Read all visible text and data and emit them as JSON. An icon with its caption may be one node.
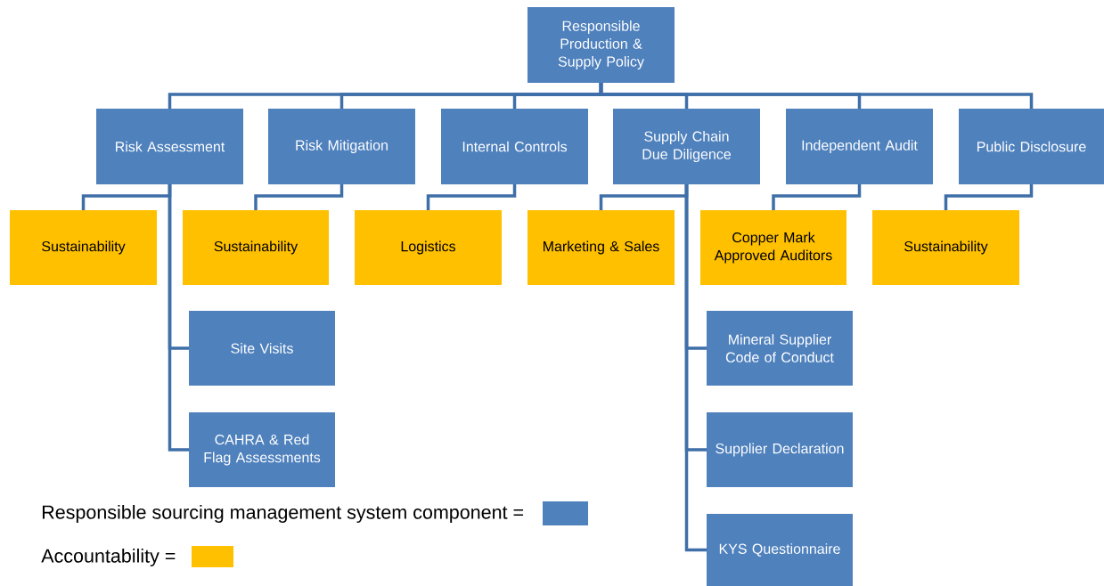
{
  "diagram": {
    "nodes": [
      {
        "text": [
          "Responsible Production & Supply Policy"
        ]
      },
      {
        "text": [
          "Risk Assessment"
        ]
      },
      {
        "text": [
          "Risk Mitigation"
        ]
      },
      {
        "text": [
          "Internal Controls"
        ]
      },
      {
        "text": [
          "Supply Chain Due Diligence"
        ]
      },
      {
        "text": [
          "Independent Audit"
        ]
      },
      {
        "text": [
          "Public Disclosure"
        ]
      },
      {
        "text": [
          "Sustainability"
        ]
      },
      {
        "text": [
          "Sustainability"
        ]
      },
      {
        "text": [
          "Logistics"
        ]
      },
      {
        "text": [
          "Marketing & Sales"
        ]
      },
      {
        "text": [
          "Copper Mark Approved Auditors"
        ]
      },
      {
        "text": [
          "Sustainability"
        ]
      },
      {
        "text": [
          "Site Visits"
        ]
      },
      {
        "text": [
          "CAHRA & Red Flag Assessments"
        ]
      },
      {
        "text": [
          "Mineral Supplier Code of Conduct"
        ]
      },
      {
        "text": [
          "Supplier Declaration"
        ]
      },
      {
        "text": [
          "KYS Questionnaire"
        ]
      }
    ],
    "edges": [
      {
        "from": 0,
        "to": 1,
        "arrow": "none"
      },
      {
        "from": 0,
        "to": 2,
        "arrow": "none"
      },
      {
        "from": 0,
        "to": 3,
        "arrow": "none"
      },
      {
        "from": 0,
        "to": 4,
        "arrow": "none"
      },
      {
        "from": 0,
        "to": 5,
        "arrow": "none"
      },
      {
        "from": 0,
        "to": 6,
        "arrow": "none"
      },
      {
        "from": 1,
        "to": 7,
        "arrow": "none"
      },
      {
        "from": 2,
        "to": 8,
        "arrow": "none"
      },
      {
        "from": 3,
        "to": 9,
        "arrow": "none"
      },
      {
        "from": 4,
        "to": 10,
        "arrow": "none"
      },
      {
        "from": 5,
        "to": 11,
        "arrow": "none"
      },
      {
        "from": 6,
        "to": 12,
        "arrow": "none"
      },
      {
        "from": 1,
        "to": 13,
        "arrow": "none"
      },
      {
        "from": 1,
        "to": 14,
        "arrow": "none"
      },
      {
        "from": 4,
        "to": 15,
        "arrow": "none"
      },
      {
        "from": 4,
        "to": 16,
        "arrow": "none"
      },
      {
        "from": 4,
        "to": 17,
        "arrow": "none"
      }
    ],
    "legend": [
      {
        "text": "Responsible sourcing management system component =",
        "color": "#4f81bd"
      },
      {
        "text": "Accountability =",
        "color": "#ffc000"
      }
    ]
  }
}
